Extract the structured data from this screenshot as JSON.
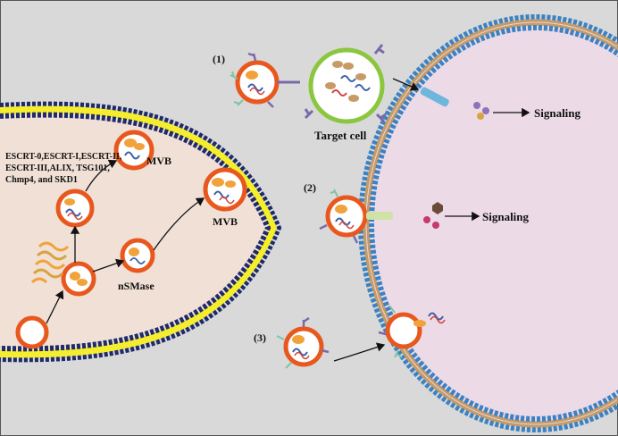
{
  "labels": {
    "step1": "(1)",
    "step2": "(2)",
    "step3": "(3)",
    "target_cell": "Target cell",
    "signaling_1": "Signaling",
    "signaling_2": "Signaling",
    "mvb_1": "MVB",
    "mvb_2": "MVB",
    "nsmase": "nSMase",
    "escrt_line1": "ESCRT-0,ESCRT-I,ESCRT-II,",
    "escrt_line2": "ESCRT-III,ALIX, TSG101,",
    "escrt_line3": "Chmp4, and SKD1"
  },
  "colors": {
    "background": "#d9d9d9",
    "left_cell_fill": "#f0e0d6",
    "right_cell_fill": "#ecdae6",
    "membrane_yellow": "#f5ee2a",
    "membrane_navy": "#1f2a6b",
    "membrane_blue": "#3b82c4",
    "membrane_tan": "#c79a66",
    "vesicle_ring": "#e8581e",
    "cargo_orange": "#f2a23a",
    "rna_blue": "#3b5fb0",
    "rna_red": "#d2433a",
    "target_ring": "#8ac63e",
    "receptor_purple": "#7b6aa8",
    "ligand_green": "#7fc4a0"
  }
}
